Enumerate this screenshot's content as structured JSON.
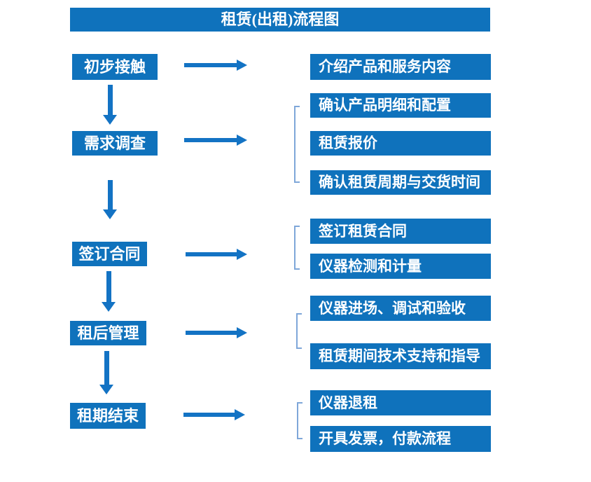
{
  "title": "租赁(出租)流程图",
  "colors": {
    "box_blue": "#0F72BC",
    "arrow_blue": "#1373C4",
    "bracket_blue": "#7FA7D9",
    "text_white": "#FFFFFF"
  },
  "flow": [
    {
      "step": "初步接触",
      "details": [
        "介绍产品和服务内容"
      ]
    },
    {
      "step": "需求调查",
      "details": [
        "确认产品明细和配置",
        "租赁报价",
        "确认租赁周期与交货时间"
      ]
    },
    {
      "step": "签订合同",
      "details": [
        "签订租赁合同",
        "仪器检测和计量"
      ]
    },
    {
      "step": "租后管理",
      "details": [
        "仪器进场、调试和验收",
        "租赁期间技术支持和指导"
      ]
    },
    {
      "step": "租期结束",
      "details": [
        "仪器退租",
        "开具发票，付款流程"
      ]
    }
  ]
}
